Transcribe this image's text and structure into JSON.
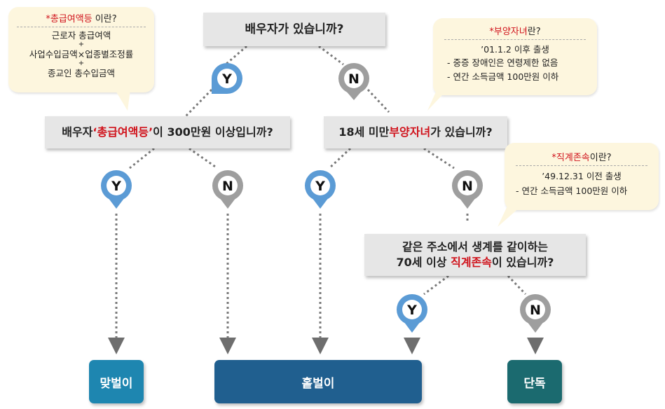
{
  "questions": {
    "q1": "배우자가 있습니까?",
    "q2_pre": "배우자 ",
    "q2_term": "‘총급여액등’",
    "q2_post": "이 300만원 이상입니까?",
    "q3_pre": "18세 미만 ",
    "q3_term": "부양자녀",
    "q3_post": "가 있습니까?",
    "q4_line1": "같은 주소에서 생계를 같이하는",
    "q4_pre": "70세 이상 ",
    "q4_term": "직계존속",
    "q4_post": "이 있습니까?"
  },
  "notes": {
    "income": {
      "star": "*",
      "term": "총급여액등",
      "suffix": " 이란?",
      "lines": [
        "근로자 총급여액",
        "+",
        "사업수입금액×업종별조정률",
        "+",
        "종교인 총수입금액"
      ]
    },
    "child": {
      "star": "*",
      "term": "부양자녀",
      "suffix": "란?",
      "lines": [
        "’01.1.2 이후 출생",
        "- 중증 장애인은 연령제한 없음",
        "- 연간 소득금액 100만원 이하"
      ]
    },
    "parent": {
      "star": "*",
      "term": "직계존속",
      "suffix": "이란?",
      "lines": [
        "’49.12.31 이전 출생",
        "- 연간 소득금액 100만원 이하"
      ]
    }
  },
  "pins": {
    "yes": "Y",
    "no": "N"
  },
  "outcomes": {
    "dual": "맞벌이",
    "single": "홑벌이",
    "solo": "단독"
  },
  "colors": {
    "yes_pin": "#5b9bd5",
    "no_pin": "#9e9e9e",
    "highlight": "#d0121b",
    "dual_box": "#1e86b0",
    "single_box": "#205f8f",
    "solo_box": "#1b6a6f",
    "note_bg": "#fdf6de",
    "question_bg": "#e6e6e6"
  }
}
